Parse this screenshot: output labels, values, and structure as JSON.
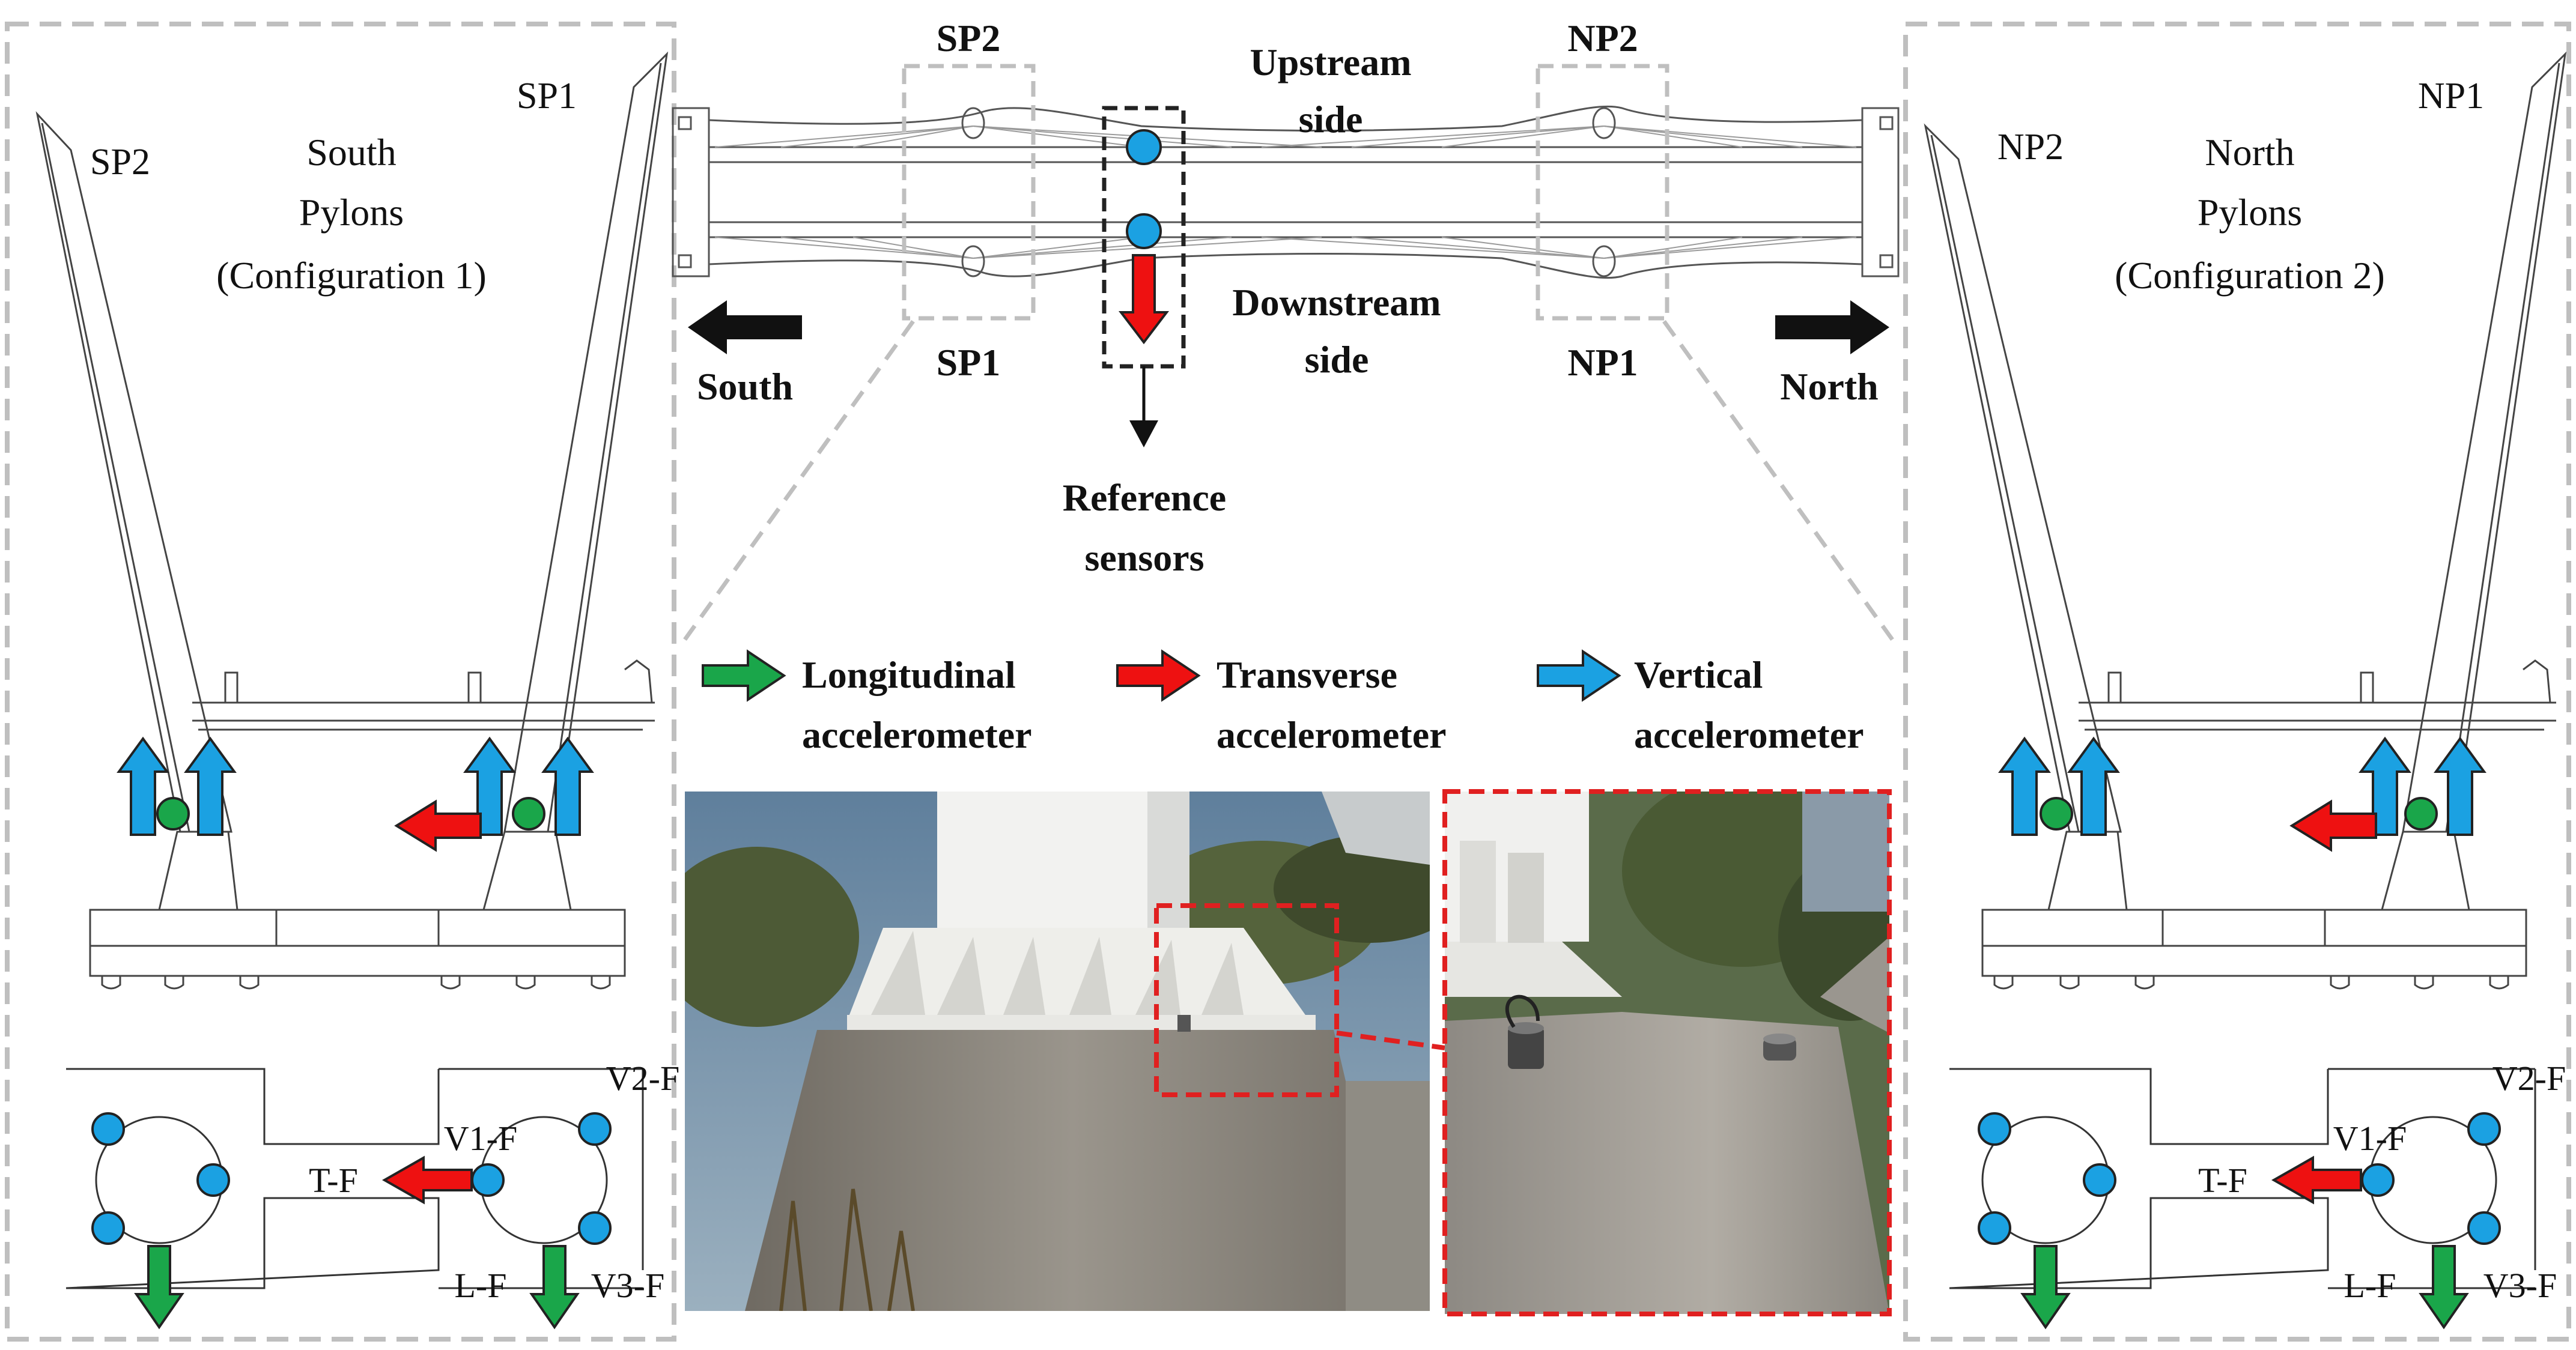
{
  "south_panel": {
    "label_sp2": "SP2",
    "label_sp1": "SP1",
    "title_line1": "South",
    "title_line2": "Pylons",
    "title_line3": "(Configuration 1)",
    "plan_v2": "V2-F",
    "plan_v1": "V1-F",
    "plan_t": "T-F",
    "plan_l": "L-F",
    "plan_v3": "V3-F"
  },
  "north_panel": {
    "label_np2": "NP2",
    "label_np1": "NP1",
    "title_line1": "North",
    "title_line2": "Pylons",
    "title_line3": "(Configuration 2)",
    "plan_v2": "V2-F",
    "plan_v1": "V1-F",
    "plan_t": "T-F",
    "plan_l": "L-F",
    "plan_v3": "V3-F"
  },
  "bridge_plan": {
    "sp2": "SP2",
    "sp1": "SP1",
    "np2": "NP2",
    "np1": "NP1",
    "upstream_line1": "Upstream",
    "upstream_line2": "side",
    "downstream_line1": "Downstream",
    "downstream_line2": "side",
    "south": "South",
    "north": "North",
    "reference_line1": "Reference",
    "reference_line2": "sensors"
  },
  "legend": {
    "longitudinal_line1": "Longitudinal",
    "longitudinal_line2": "accelerometer",
    "transverse_line1": "Transverse",
    "transverse_line2": "accelerometer",
    "vertical_line1": "Vertical",
    "vertical_line2": "accelerometer"
  },
  "colors": {
    "longitudinal": "#1aa64a",
    "transverse": "#ee1111",
    "vertical": "#1ba1e2",
    "dashed_box": "#bfbfbf",
    "highlight": "#e02020"
  }
}
